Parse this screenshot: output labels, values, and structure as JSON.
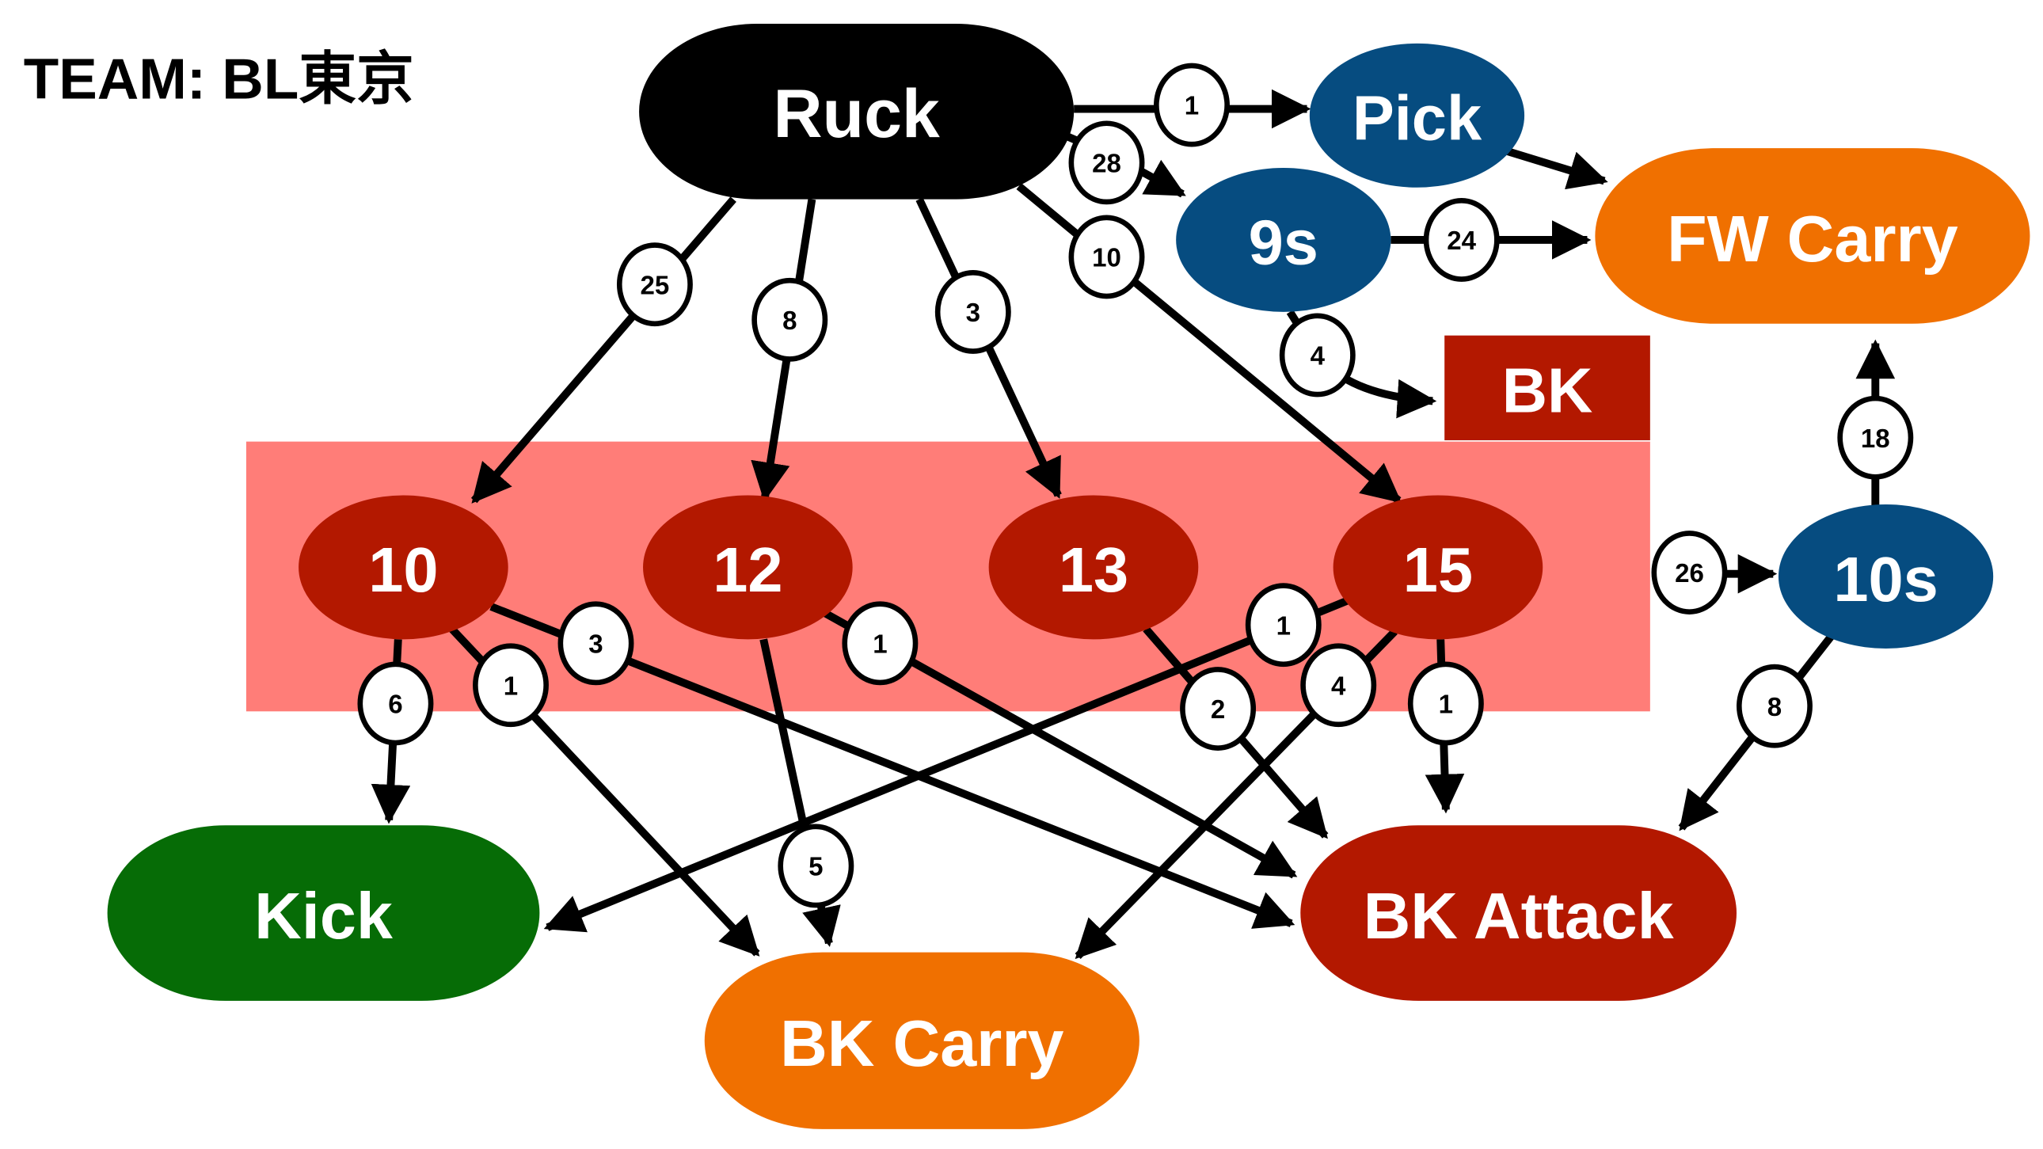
{
  "title": "TEAM: BL東京",
  "colors": {
    "ruck": "#000000",
    "forward": "#064c80",
    "carry": "#f07000",
    "back": "#b31800",
    "kick": "#066c06",
    "band": "#ff7d78"
  },
  "nodes": [
    {
      "id": "ruck",
      "label": "Ruck",
      "color": "ruck"
    },
    {
      "id": "pick",
      "label": "Pick",
      "color": "forward"
    },
    {
      "id": "9s",
      "label": "9s",
      "color": "forward"
    },
    {
      "id": "fwcarry",
      "label": "FW Carry",
      "color": "carry"
    },
    {
      "id": "bk",
      "label": "BK",
      "color": "back"
    },
    {
      "id": "p10",
      "label": "10",
      "color": "back"
    },
    {
      "id": "p12",
      "label": "12",
      "color": "back"
    },
    {
      "id": "p13",
      "label": "13",
      "color": "back"
    },
    {
      "id": "p15",
      "label": "15",
      "color": "back"
    },
    {
      "id": "10s",
      "label": "10s",
      "color": "forward"
    },
    {
      "id": "kick",
      "label": "Kick",
      "color": "kick"
    },
    {
      "id": "bkcarry",
      "label": "BK Carry",
      "color": "carry"
    },
    {
      "id": "bkattack",
      "label": "BK Attack",
      "color": "back"
    }
  ],
  "edges": [
    {
      "from": "ruck",
      "to": "pick",
      "count": "1"
    },
    {
      "from": "ruck",
      "to": "9s",
      "count": "28"
    },
    {
      "from": "ruck",
      "to": "p15",
      "count": "10"
    },
    {
      "from": "ruck",
      "to": "p10",
      "count": "25"
    },
    {
      "from": "ruck",
      "to": "p12",
      "count": "8"
    },
    {
      "from": "ruck",
      "to": "p13",
      "count": "3"
    },
    {
      "from": "pick",
      "to": "fwcarry",
      "count": ""
    },
    {
      "from": "9s",
      "to": "fwcarry",
      "count": "24"
    },
    {
      "from": "9s",
      "to": "bk",
      "count": "4"
    },
    {
      "from": "bkband",
      "to": "10s",
      "count": "26"
    },
    {
      "from": "10s",
      "to": "fwcarry",
      "count": "18"
    },
    {
      "from": "10s",
      "to": "bkattack",
      "count": "8"
    },
    {
      "from": "p10",
      "to": "kick",
      "count": "6"
    },
    {
      "from": "p10",
      "to": "bkcarry",
      "count": "1"
    },
    {
      "from": "p10",
      "to": "bkattack",
      "count": "3"
    },
    {
      "from": "p12",
      "to": "bkcarry",
      "count": "5"
    },
    {
      "from": "p12",
      "to": "bkattack",
      "count": "1"
    },
    {
      "from": "p13",
      "to": "bkattack",
      "count": "2"
    },
    {
      "from": "p15",
      "to": "kick",
      "count": "1"
    },
    {
      "from": "p15",
      "to": "bkcarry",
      "count": "4"
    },
    {
      "from": "p15",
      "to": "bkattack",
      "count": "1"
    }
  ]
}
